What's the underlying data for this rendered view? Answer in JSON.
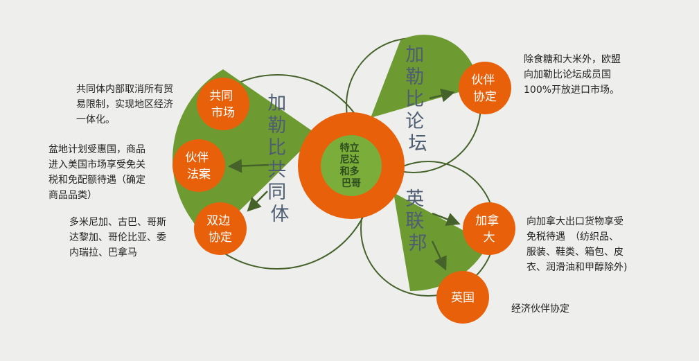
{
  "center": {
    "lines": [
      "特立",
      "尼达",
      "和多",
      "巴哥"
    ]
  },
  "groups": {
    "caricom": {
      "lines": [
        "加",
        "勒",
        "比",
        "共",
        "同",
        "体"
      ]
    },
    "cariforum": {
      "lines": [
        "加",
        "勒",
        "比",
        "论",
        "坛"
      ]
    },
    "commonwealth": {
      "lines": [
        "英",
        "联",
        "邦"
      ]
    }
  },
  "nodes": {
    "common_market": {
      "lines": [
        "共同",
        "市场"
      ]
    },
    "partner_bill": {
      "lines": [
        "伙伴",
        "法案"
      ]
    },
    "bilateral": {
      "lines": [
        "双边",
        "协定"
      ]
    },
    "partner_agreement": {
      "lines": [
        "伙伴",
        "协定"
      ]
    },
    "canada": {
      "lines": [
        "加拿",
        "大"
      ]
    },
    "uk": {
      "lines": [
        "英国"
      ]
    }
  },
  "notes": {
    "common_market": [
      "共同体内部取消所有贸",
      "易限制，实现地区经济",
      "一体化。"
    ],
    "partner_bill": [
      "盆地计划受惠国，商品",
      "进入美国市场享受免关",
      "税和免配额待遇（确定",
      "商品品类）"
    ],
    "bilateral": [
      "多米尼加、古巴、哥斯",
      "达黎加、哥伦比亚、委",
      "内瑞拉、巴拿马"
    ],
    "partner_agreement": [
      "除食糖和大米外，欧盟",
      "向加勒比论坛成员国",
      "100%开放进口市场。"
    ],
    "canada": [
      "向加拿大出口货物享受",
      "免税待遇　（纺织品、",
      "服装、鞋类、箱包、皮",
      "衣、润滑油和甲醇除外)"
    ],
    "uk": [
      "经济伙伴协定"
    ]
  },
  "colors": {
    "background": "#eeeeec",
    "orange": "#e8600a",
    "green_fill": "#6e9a32",
    "green_line": "#45622a",
    "center_green": "#7aad3a"
  }
}
